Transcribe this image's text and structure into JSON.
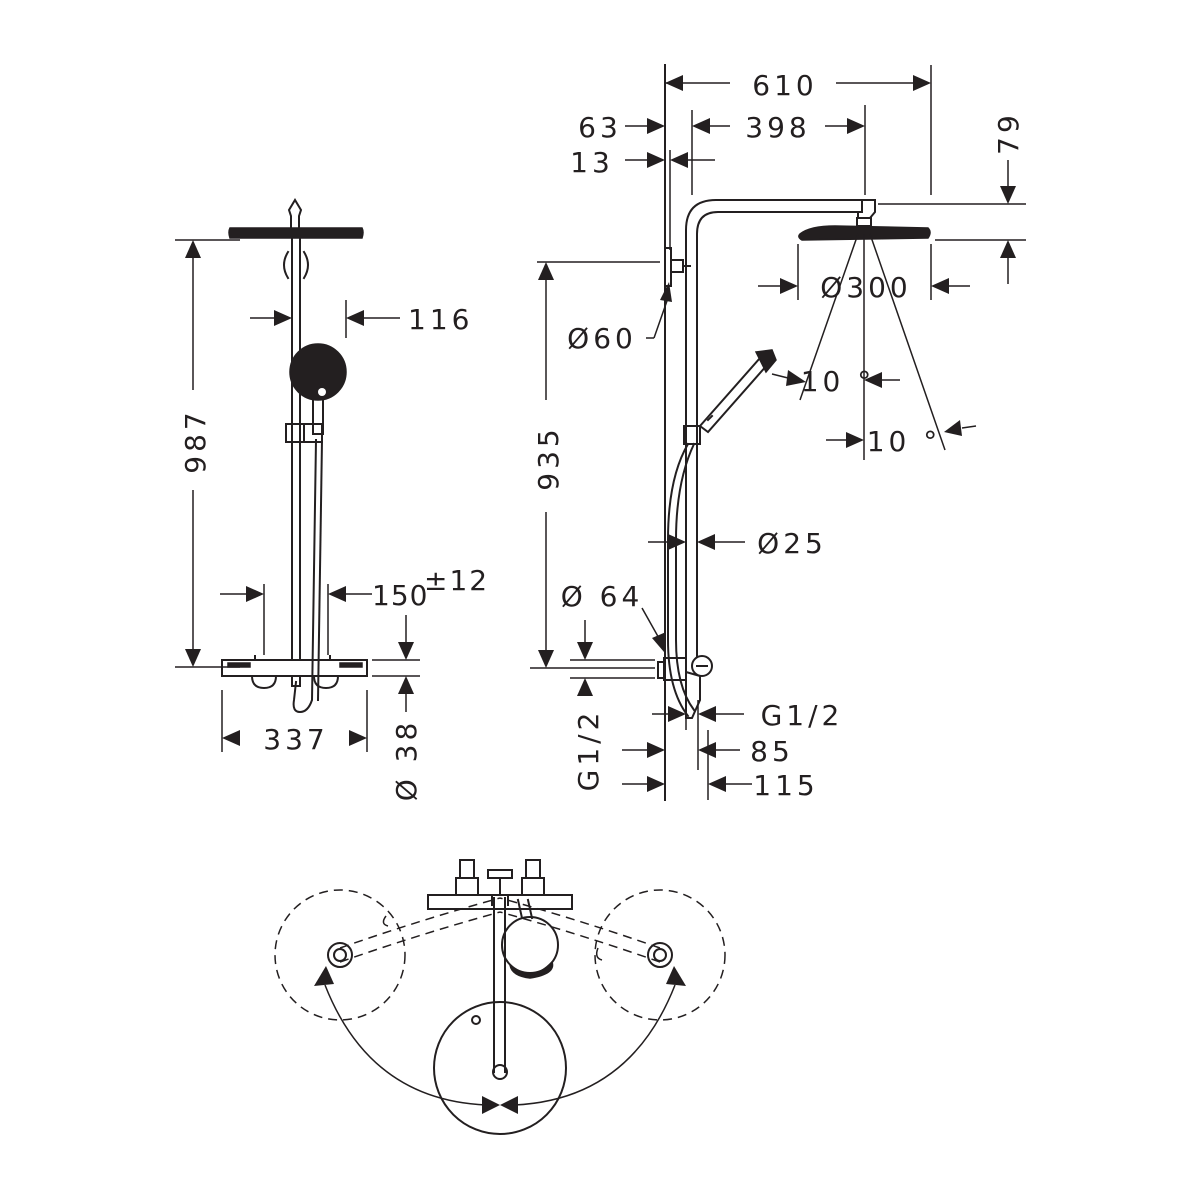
{
  "front_view": {
    "height": "987",
    "handshower_offset": "116",
    "connection_spacing": "150",
    "connection_tolerance": "±12",
    "mixer_width": "337",
    "pipe_diameter": "Ø 38"
  },
  "side_view": {
    "projection_total": "610",
    "wall_offset": "63",
    "arm_length": "398",
    "wall_gap": "13",
    "head_drop": "79",
    "wall_flange": "Ø60",
    "head_diameter": "Ø300",
    "tilt_upper": "10 °",
    "tilt_lower": "10 °",
    "riser_height": "935",
    "hose_diameter": "Ø25",
    "mixer_body": "Ø 64",
    "outlet_thread": "G1/2",
    "inlet_thread": "G1/2",
    "depth_min": "85",
    "depth_max": "115"
  },
  "colors": {
    "ink": "#231f20",
    "paper": "#ffffff"
  }
}
